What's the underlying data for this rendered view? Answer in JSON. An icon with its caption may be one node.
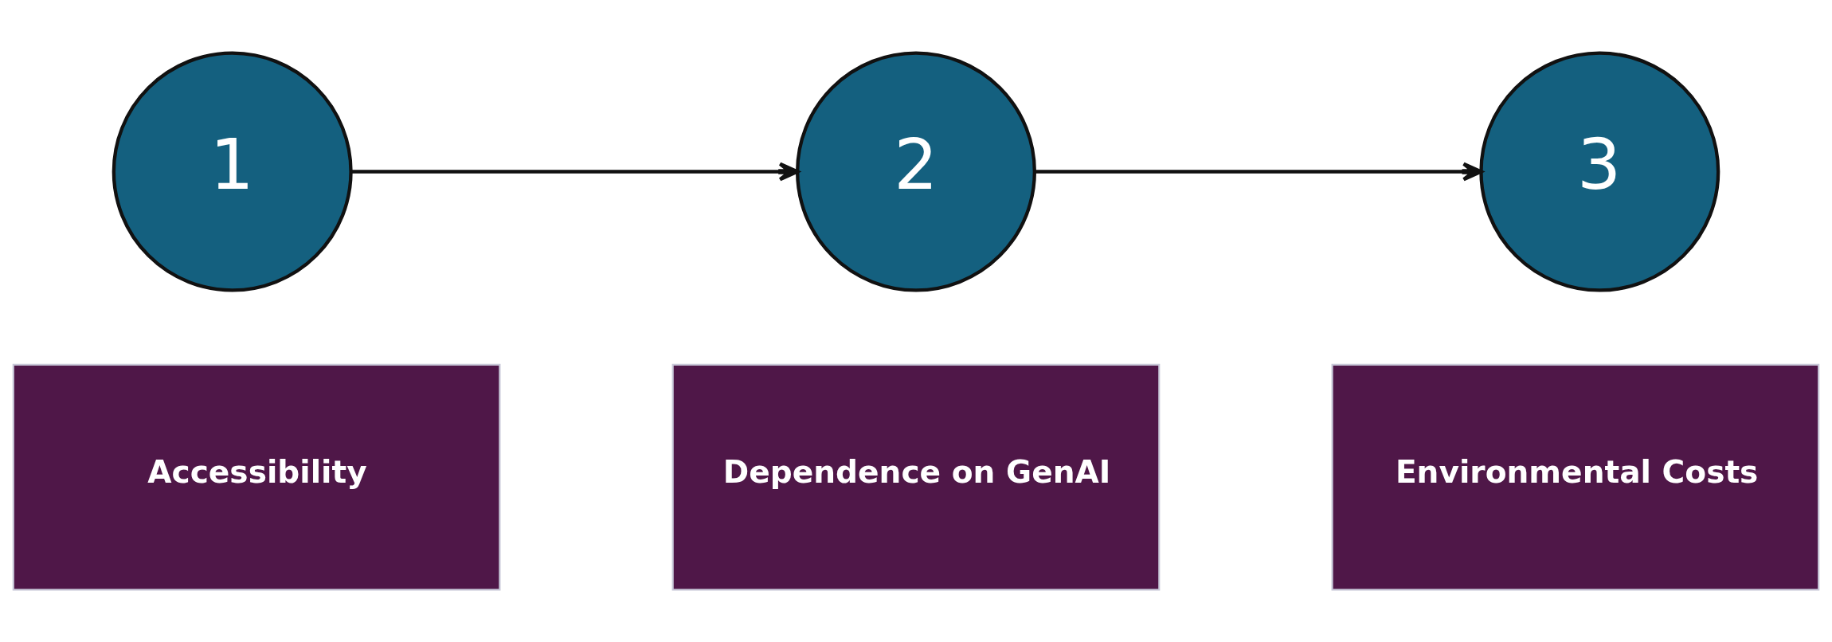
{
  "diagram": {
    "nodes": [
      {
        "text": [
          "1"
        ]
      },
      {
        "text": [
          "Accessibility"
        ]
      },
      {
        "text": [
          "2"
        ]
      },
      {
        "text": [
          "Dependence on GenAI"
        ]
      },
      {
        "text": [
          "3"
        ]
      },
      {
        "text": [
          "Environmental Costs"
        ]
      }
    ],
    "edges": [
      {
        "from": 0,
        "to": 2,
        "arrow": "to"
      },
      {
        "from": 2,
        "to": 4,
        "arrow": "to"
      }
    ]
  }
}
